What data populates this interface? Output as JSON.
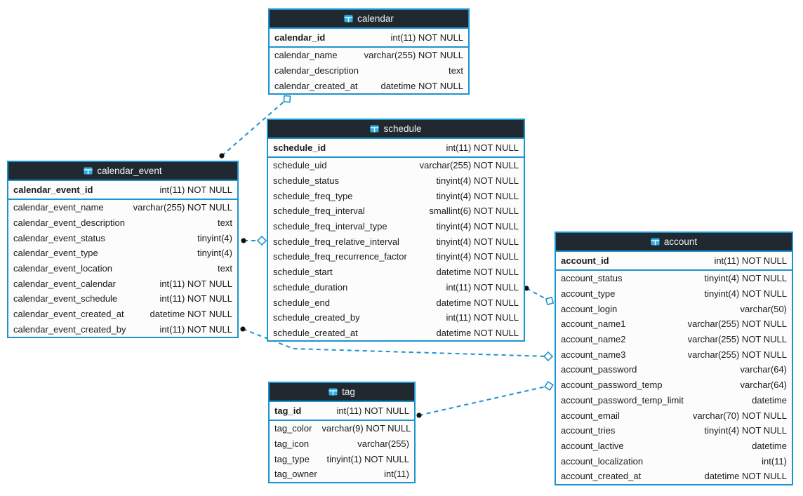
{
  "diagram": {
    "kind": "database-er-diagram",
    "colors": {
      "accent_blue": "#1b94cf",
      "header_bg": "#212930",
      "header_text": "#f2f2f2",
      "icon_blue": "#2fb1e8",
      "row_bg": "#fcfcfc",
      "row_text": "#1b1b1b",
      "dot_marker": "#111111"
    }
  },
  "tables": [
    {
      "name": "calendar",
      "fields": [
        {
          "name": "calendar_id",
          "type": "int(11) NOT NULL",
          "pk": true
        },
        {
          "name": "calendar_name",
          "type": "varchar(255) NOT NULL"
        },
        {
          "name": "calendar_description",
          "type": "text"
        },
        {
          "name": "calendar_created_at",
          "type": "datetime NOT NULL"
        }
      ]
    },
    {
      "name": "schedule",
      "fields": [
        {
          "name": "schedule_id",
          "type": "int(11) NOT NULL",
          "pk": true
        },
        {
          "name": "schedule_uid",
          "type": "varchar(255) NOT NULL"
        },
        {
          "name": "schedule_status",
          "type": "tinyint(4) NOT NULL"
        },
        {
          "name": "schedule_freq_type",
          "type": "tinyint(4) NOT NULL"
        },
        {
          "name": "schedule_freq_interval",
          "type": "smallint(6) NOT NULL"
        },
        {
          "name": "schedule_freq_interval_type",
          "type": "tinyint(4) NOT NULL"
        },
        {
          "name": "schedule_freq_relative_interval",
          "type": "tinyint(4) NOT NULL"
        },
        {
          "name": "schedule_freq_recurrence_factor",
          "type": "tinyint(4) NOT NULL"
        },
        {
          "name": "schedule_start",
          "type": "datetime NOT NULL"
        },
        {
          "name": "schedule_duration",
          "type": "int(11) NOT NULL"
        },
        {
          "name": "schedule_end",
          "type": "datetime NOT NULL"
        },
        {
          "name": "schedule_created_by",
          "type": "int(11) NOT NULL"
        },
        {
          "name": "schedule_created_at",
          "type": "datetime NOT NULL"
        }
      ]
    },
    {
      "name": "calendar_event",
      "fields": [
        {
          "name": "calendar_event_id",
          "type": "int(11) NOT NULL",
          "pk": true
        },
        {
          "name": "calendar_event_name",
          "type": "varchar(255) NOT NULL"
        },
        {
          "name": "calendar_event_description",
          "type": "text"
        },
        {
          "name": "calendar_event_status",
          "type": "tinyint(4)"
        },
        {
          "name": "calendar_event_type",
          "type": "tinyint(4)"
        },
        {
          "name": "calendar_event_location",
          "type": "text"
        },
        {
          "name": "calendar_event_calendar",
          "type": "int(11) NOT NULL"
        },
        {
          "name": "calendar_event_schedule",
          "type": "int(11) NOT NULL"
        },
        {
          "name": "calendar_event_created_at",
          "type": "datetime NOT NULL"
        },
        {
          "name": "calendar_event_created_by",
          "type": "int(11) NOT NULL"
        }
      ]
    },
    {
      "name": "account",
      "fields": [
        {
          "name": "account_id",
          "type": "int(11) NOT NULL",
          "pk": true
        },
        {
          "name": "account_status",
          "type": "tinyint(4) NOT NULL"
        },
        {
          "name": "account_type",
          "type": "tinyint(4) NOT NULL"
        },
        {
          "name": "account_login",
          "type": "varchar(50)"
        },
        {
          "name": "account_name1",
          "type": "varchar(255) NOT NULL"
        },
        {
          "name": "account_name2",
          "type": "varchar(255) NOT NULL"
        },
        {
          "name": "account_name3",
          "type": "varchar(255) NOT NULL"
        },
        {
          "name": "account_password",
          "type": "varchar(64)"
        },
        {
          "name": "account_password_temp",
          "type": "varchar(64)"
        },
        {
          "name": "account_password_temp_limit",
          "type": "datetime"
        },
        {
          "name": "account_email",
          "type": "varchar(70) NOT NULL"
        },
        {
          "name": "account_tries",
          "type": "tinyint(4) NOT NULL"
        },
        {
          "name": "account_lactive",
          "type": "datetime"
        },
        {
          "name": "account_localization",
          "type": "int(11)"
        },
        {
          "name": "account_created_at",
          "type": "datetime NOT NULL"
        }
      ]
    },
    {
      "name": "tag",
      "fields": [
        {
          "name": "tag_id",
          "type": "int(11) NOT NULL",
          "pk": true
        },
        {
          "name": "tag_color",
          "type": "varchar(9) NOT NULL"
        },
        {
          "name": "tag_icon",
          "type": "varchar(255)"
        },
        {
          "name": "tag_type",
          "type": "tinyint(1) NOT NULL"
        },
        {
          "name": "tag_owner",
          "type": "int(11)"
        }
      ]
    }
  ],
  "relationships": [
    {
      "from": "calendar_event.calendar_event_calendar",
      "to": "calendar.calendar_id",
      "from_marker": "dot",
      "to_marker": "diamond",
      "style": "dashed"
    },
    {
      "from": "calendar_event.calendar_event_schedule",
      "to": "schedule.schedule_id",
      "from_marker": "dot",
      "to_marker": "diamond",
      "style": "dashed"
    },
    {
      "from": "schedule.schedule_created_by",
      "to": "account.account_id",
      "from_marker": "dot",
      "to_marker": "diamond",
      "style": "dashed"
    },
    {
      "from": "calendar_event.calendar_event_created_by",
      "to": "account.account_id",
      "from_marker": "dot",
      "to_marker": "diamond",
      "style": "dashed"
    },
    {
      "from": "tag.tag_owner",
      "to": "account.account_id",
      "from_marker": "dot",
      "to_marker": "diamond",
      "style": "dashed"
    }
  ]
}
